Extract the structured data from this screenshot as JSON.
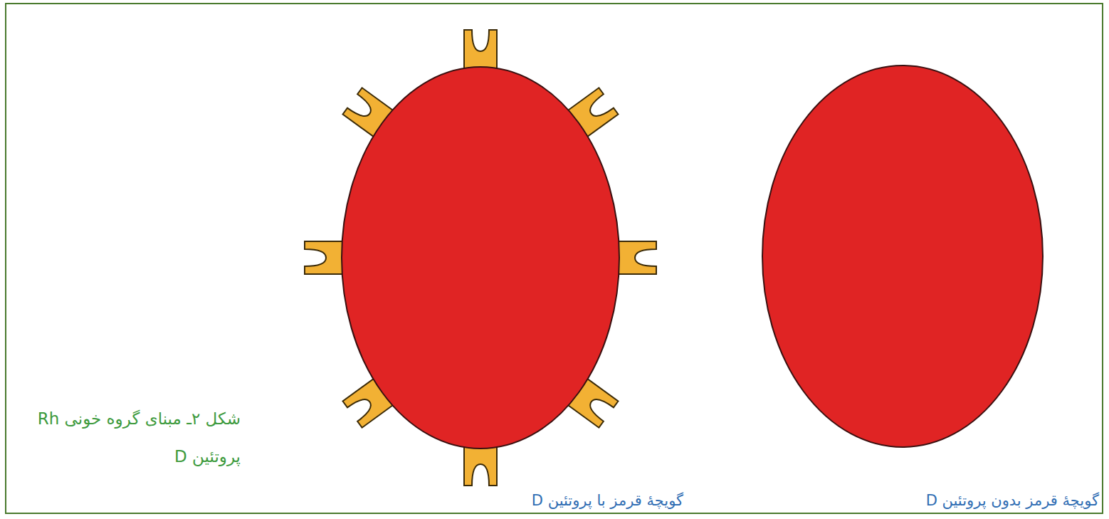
{
  "diagram": {
    "caption": "شکل ۲ـ مبنای گروه خونی Rh",
    "labels": [
      "پروتئین D",
      "گویچهٔ قرمز با پروتئین D",
      "گویچهٔ قرمز بدون پروتئین D"
    ]
  }
}
